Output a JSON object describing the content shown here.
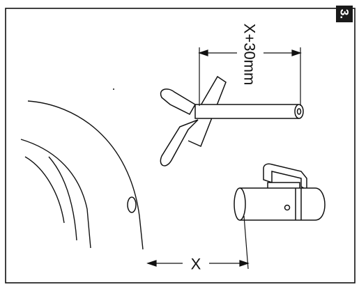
{
  "diagram": {
    "step_number": "3.",
    "dimension_top": "X+30mm",
    "dimension_bottom": "X"
  },
  "colors": {
    "ink": "#111111",
    "badge_bg": "#1a1a1a",
    "badge_text": "#ffffff",
    "paper": "#ffffff"
  }
}
